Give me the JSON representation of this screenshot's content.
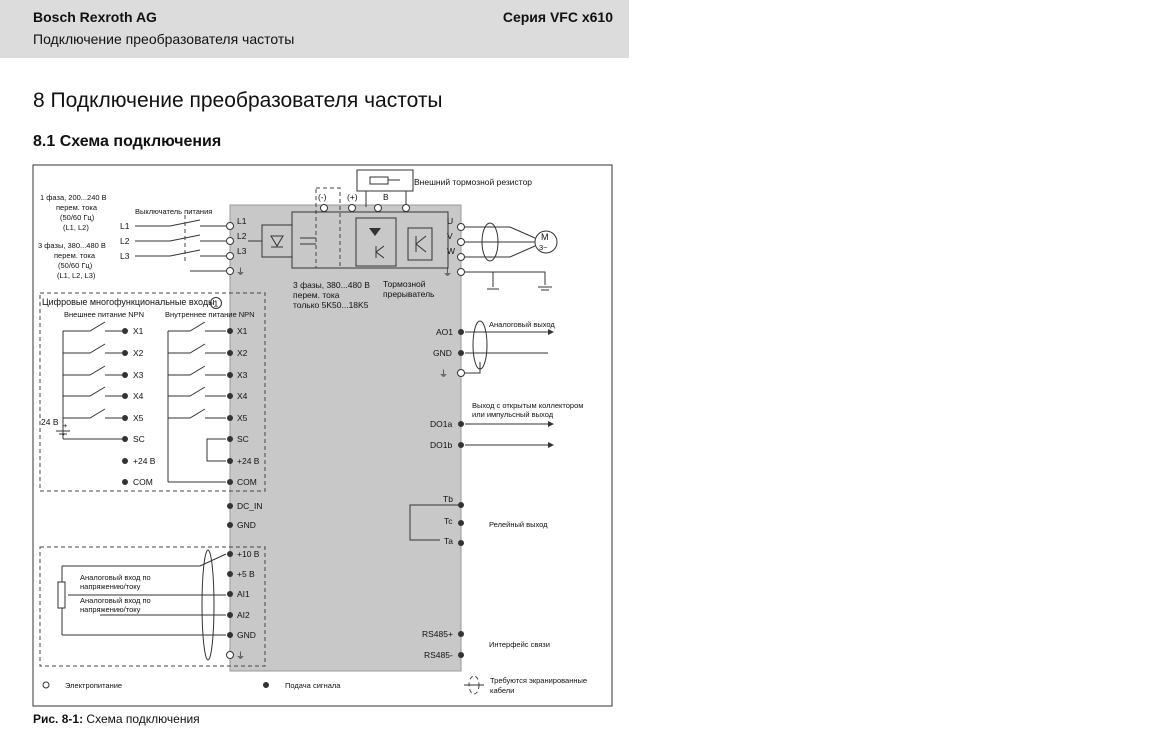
{
  "header": {
    "company": "Bosch Rexroth AG",
    "series": "Серия VFC x610",
    "subtitle": "Подключение преобразователя частоты"
  },
  "chapter_title": "8  Подключение преобразователя частоты",
  "section_title": "8.1  Схема подключения",
  "caption": {
    "label": "Рис.  8-1:",
    "text": "Схема подключения"
  },
  "diagram": {
    "brake_resistor": "Внешний тормозной резистор",
    "dc_terminals": [
      "(-)",
      "(+)",
      "B"
    ],
    "supply_1ph": [
      "1 фаза, 200...240 В",
      "перем. тока",
      "(50/60 Гц)",
      "(L1, L2)"
    ],
    "supply_3ph": [
      "3 фазы, 380...480 В",
      "перем. тока",
      "(50/60 Гц)",
      "(L1, L2, L3)"
    ],
    "breaker": "Выключатель питания",
    "input_labels": [
      "L1",
      "L2",
      "L3"
    ],
    "inner_inputs": [
      "L1",
      "L2",
      "L3"
    ],
    "output_labels": [
      "U",
      "V",
      "W"
    ],
    "motor": {
      "m": "M",
      "phase": "3~"
    },
    "dc_note": [
      "3 фазы, 380...480 В",
      "перем. тока",
      "только 5K50...18K5"
    ],
    "brake_chopper": [
      "Тормозной",
      "прерыватель"
    ],
    "digital_title": "Цифровые многофункциональные входы",
    "marker": "1",
    "ext_supply": "Внешнее питание NPN",
    "int_supply": "Внутреннее питание NPN",
    "left_terms": [
      "X1",
      "X2",
      "X3",
      "X4",
      "X5",
      "SC",
      "+24 В",
      "COM"
    ],
    "inner_terms": [
      "X1",
      "X2",
      "X3",
      "X4",
      "X5",
      "SC",
      "+24 В",
      "COM",
      "DC_IN",
      "GND"
    ],
    "v24": "24 В",
    "plus": "+",
    "minus": "-",
    "analog_terms": [
      "+10 В",
      "+5 В",
      "AI1",
      "AI2",
      "GND"
    ],
    "analog_in_1": [
      "Аналоговый вход по",
      "напряжению/току"
    ],
    "analog_in_2": [
      "Аналоговый вход по",
      "напряжению/току"
    ],
    "right_terms": [
      "AO1",
      "GND",
      "DO1a",
      "DO1b",
      "Tb",
      "Tc",
      "Ta",
      "RS485+",
      "RS485-"
    ],
    "analog_out": "Аналоговый выход",
    "open_collector": [
      "Выход с открытым коллектором",
      "или импульсный выход"
    ],
    "relay_out": "Релейный выход",
    "comm": "Интерфейс связи",
    "legend": {
      "power": "Электропитание",
      "signal": "Подача сигнала",
      "shield": [
        "Требуются экранированные",
        "кабели"
      ]
    }
  }
}
